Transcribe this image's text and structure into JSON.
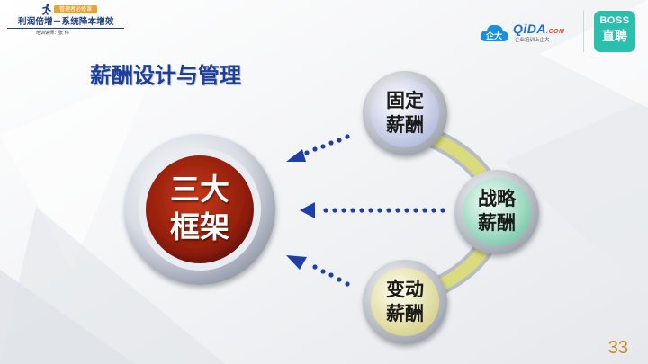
{
  "header": {
    "badge": "管理者必修课",
    "title": "利润倍增－系统降本增效",
    "subtitle": "培训讲师：张 伟"
  },
  "logos": {
    "qida_name": "QiDA",
    "qida_suffix": ".COM",
    "qida_tagline": "企业培训上企大",
    "boss_line1": "BOSS",
    "boss_line2": "直聘"
  },
  "slide": {
    "title": "薪酬设计与管理",
    "center_line1": "三大",
    "center_line2": "框架",
    "nodes": [
      {
        "line1": "固定",
        "line2": "薪酬",
        "color": "#c9cfe8"
      },
      {
        "line1": "战略",
        "line2": "薪酬",
        "color": "#9ad7c2"
      },
      {
        "line1": "变动",
        "line2": "薪酬",
        "color": "#e3dfa3"
      }
    ],
    "page_number": "33"
  },
  "colors": {
    "title": "#1e3f99",
    "center": "#a3250f",
    "arrow": "#1e3fa8",
    "arc": "#d6d676"
  }
}
